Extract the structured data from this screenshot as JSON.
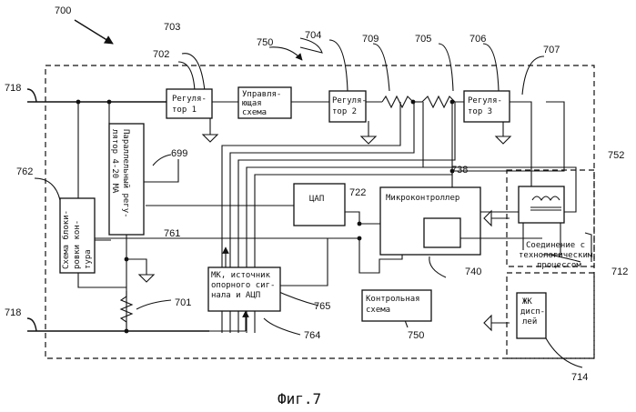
{
  "figure": {
    "caption": "Фиг.7",
    "refs": {
      "r700": "700",
      "r703": "703",
      "r702": "702",
      "r750a": "750",
      "r704": "704",
      "r709": "709",
      "r705": "705",
      "r706": "706",
      "r707": "707",
      "r718a": "718",
      "r699": "699",
      "r762": "762",
      "r738": "738",
      "r722": "722",
      "r752": "752",
      "r761": "761",
      "r712": "712",
      "r701": "701",
      "r765": "765",
      "r718b": "718",
      "r764": "764",
      "r750b": "750",
      "r740": "740",
      "r714": "714"
    },
    "blocks": {
      "reg1": [
        "Регуля-",
        "тор 1"
      ],
      "control": [
        "Управля-",
        "ющая",
        "схема"
      ],
      "reg2": [
        "Регуля-",
        "тор 2"
      ],
      "reg3": [
        "Регуля-",
        "тор 3"
      ],
      "parallel": [
        "Параллельный регу-",
        "лятор 4-20 МА"
      ],
      "lockout": [
        "Схема блоки-",
        "ровки кон-",
        "тура"
      ],
      "dac": [
        "ЦАП"
      ],
      "mcu": [
        "Микроконтроллер"
      ],
      "mk": [
        "МК, источник",
        "опорного сиг-",
        "нала и АЦП"
      ],
      "ctrl2": [
        "Контрольная",
        "схема"
      ],
      "process": [
        "Соединение с",
        "технологическим",
        "процессом"
      ],
      "lcd": [
        "ЖК",
        "дисп-",
        "лей"
      ]
    }
  }
}
